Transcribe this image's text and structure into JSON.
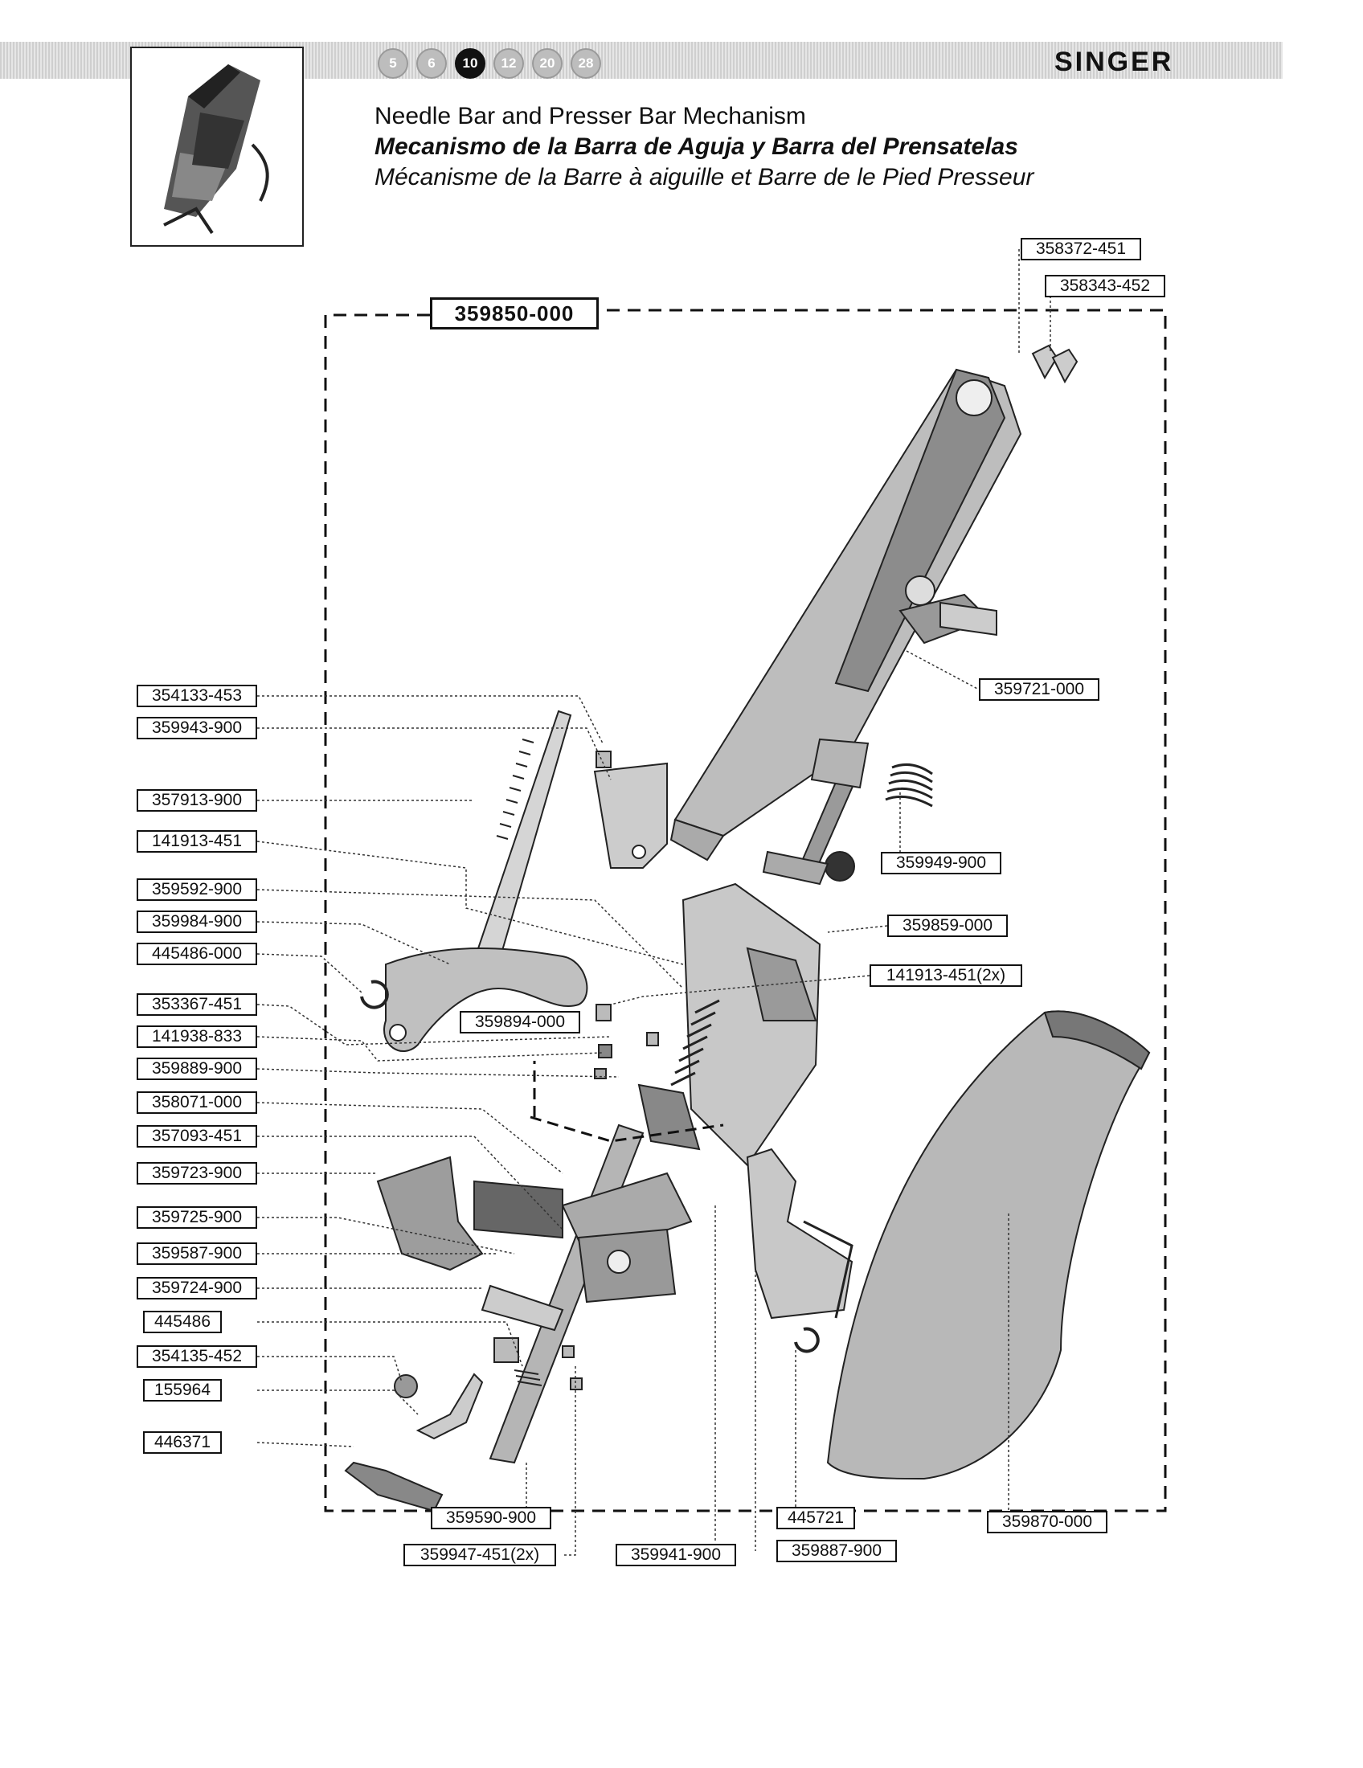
{
  "header": {
    "brand": "SINGER",
    "section_numbers": [
      "5",
      "6",
      "10",
      "12",
      "20",
      "28"
    ],
    "active_section": "10",
    "title_en": "Needle Bar and Presser Bar Mechanism",
    "title_es": "Mecanismo de la Barra de Aguja y Barra del Prensatelas",
    "title_fr": "Mécanisme de la Barre à aiguille et Barre de le Pied Presseur"
  },
  "diagram": {
    "assembly_part": "359850-000",
    "parts": [
      "358372-451",
      "358343-452",
      "359721-000",
      "354133-453",
      "359943-900",
      "357913-900",
      "141913-451",
      "359949-900",
      "359592-900",
      "359859-000",
      "359984-900",
      "445486-000",
      "141913-451(2x)",
      "353367-451",
      "359894-000",
      "141938-833",
      "359889-900",
      "358071-000",
      "357093-451",
      "359723-900",
      "359725-900",
      "359587-900",
      "359724-900",
      "445486",
      "354135-452",
      "155964",
      "446371",
      "359590-900",
      "359947-451(2x)",
      "359941-900",
      "445721",
      "359887-900",
      "359870-000"
    ]
  },
  "colors": {
    "ink": "#111111",
    "band": "#d8d8d8",
    "part_shade": "#9a9a9a"
  }
}
